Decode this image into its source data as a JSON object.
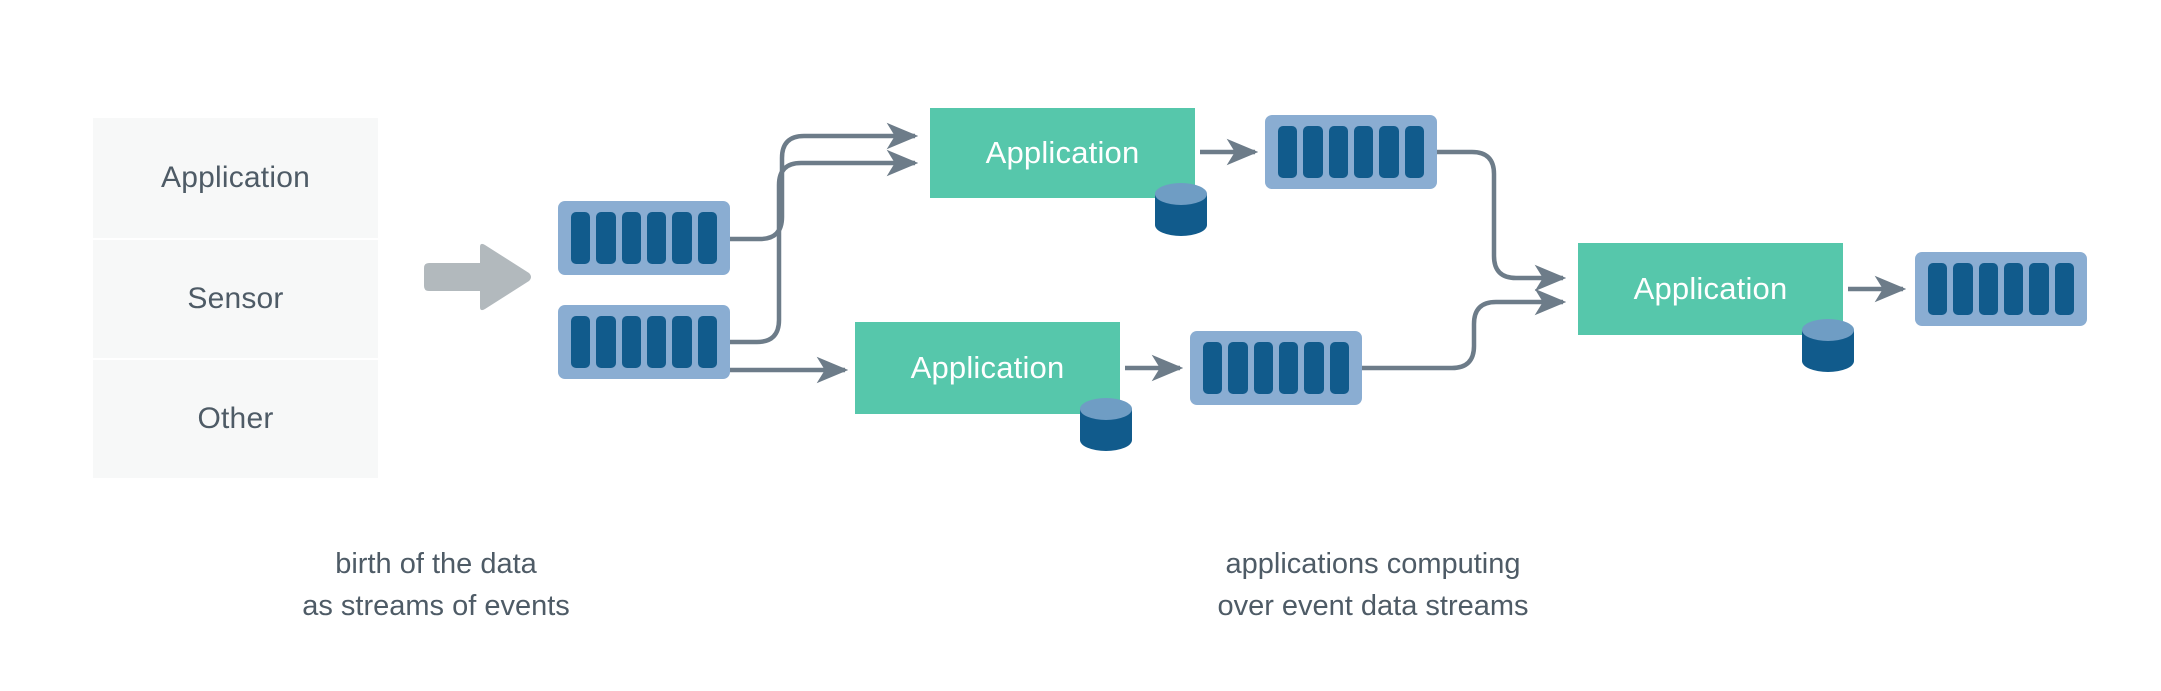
{
  "diagram": {
    "title": "event streaming architecture",
    "colors": {
      "background": "#ffffff",
      "source_box_fill": "#f7f8f8",
      "text_dark": "#4e5b66",
      "stream_container": "#8aadd2",
      "stream_bar": "#115b8c",
      "application_fill": "#56c7ab",
      "application_text": "#ffffff",
      "cylinder_body": "#115b8c",
      "cylinder_top": "#6f9dc4",
      "connector": "#6d7c89",
      "big_arrow": "#b2b9bd"
    }
  },
  "sources": {
    "items": [
      {
        "label": "Application"
      },
      {
        "label": "Sensor"
      },
      {
        "label": "Other"
      }
    ]
  },
  "big_arrow": {
    "name": "ingest-arrow"
  },
  "streams": [
    {
      "id": "stream-1",
      "bars": 6
    },
    {
      "id": "stream-2",
      "bars": 6
    },
    {
      "id": "stream-3",
      "bars": 6
    },
    {
      "id": "stream-4",
      "bars": 6
    },
    {
      "id": "stream-5",
      "bars": 6
    }
  ],
  "applications": [
    {
      "id": "application-1",
      "label": "Application",
      "has_store": true
    },
    {
      "id": "application-2",
      "label": "Application",
      "has_store": true
    },
    {
      "id": "application-3",
      "label": "Application",
      "has_store": true
    }
  ],
  "captions": {
    "left": "birth of the data\nas streams of events",
    "right": "applications computing\nover event data streams"
  }
}
